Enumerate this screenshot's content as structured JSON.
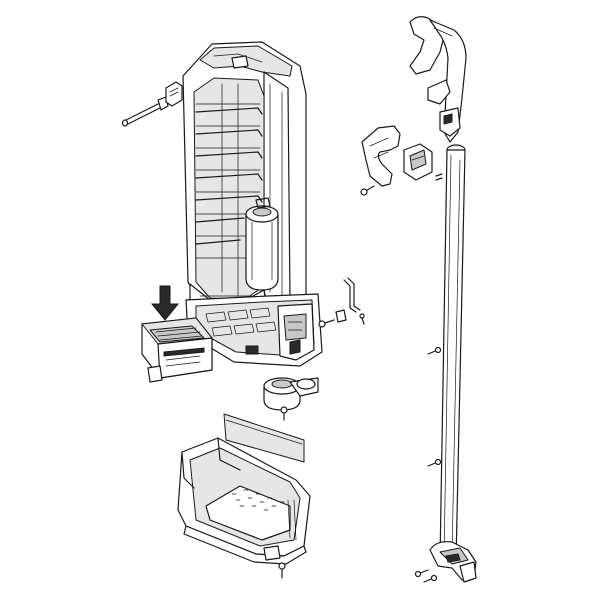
{
  "figure": {
    "background": "#ffffff",
    "line_color": "#1a1a1a",
    "shade_color": "#e6e6e6",
    "parts": [
      "main-housing-frame",
      "arrow-indicator-icon",
      "filter-cartridge",
      "dust-container-base",
      "filter-gasket",
      "motor-cylinder",
      "wheel-hub",
      "handle-grip",
      "handle-tube",
      "handle-clip-bracket",
      "foot-bracket",
      "screws",
      "axle-pin",
      "allen-key"
    ]
  }
}
